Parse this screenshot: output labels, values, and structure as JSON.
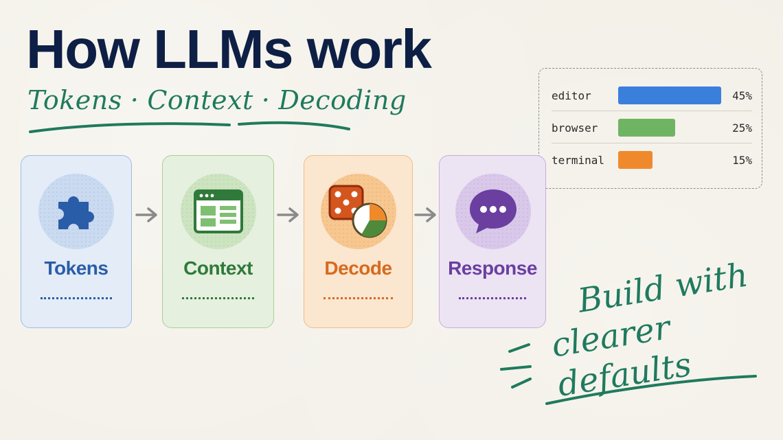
{
  "title": "How LLMs work",
  "subtitle": {
    "parts": [
      "Tokens",
      "Context",
      "Decoding"
    ],
    "separator": "·"
  },
  "usage": {
    "rows": [
      {
        "label": "editor",
        "percent": 45,
        "percent_text": "45%",
        "color": "#3b7fdc"
      },
      {
        "label": "browser",
        "percent": 25,
        "percent_text": "25%",
        "color": "#6fb463"
      },
      {
        "label": "terminal",
        "percent": 15,
        "percent_text": "15%",
        "color": "#ef8a2c"
      }
    ],
    "max_percent": 45
  },
  "pipeline": [
    {
      "label": "Tokens",
      "icon": "puzzle-icon",
      "color": "#2a5da8",
      "bg": "#e3ecf7",
      "border": "#9dbde2",
      "circle": "#c9daf1"
    },
    {
      "label": "Context",
      "icon": "browser-window-icon",
      "color": "#2f7a3a",
      "bg": "#e6f0df",
      "border": "#a8cf96",
      "circle": "#cde4c1"
    },
    {
      "label": "Decode",
      "icon": "dice-pie-icon",
      "color": "#d66a1f",
      "bg": "#fbe6cf",
      "border": "#f1bd82",
      "circle": "#f7c78f"
    },
    {
      "label": "Response",
      "icon": "chat-bubble-icon",
      "color": "#6a3fa0",
      "bg": "#ece3f3",
      "border": "#c6aedd",
      "circle": "#d9c8ea"
    }
  ],
  "tagline": {
    "line1": "Build with",
    "line2": "clearer defaults",
    "color": "#1f7a5e"
  }
}
